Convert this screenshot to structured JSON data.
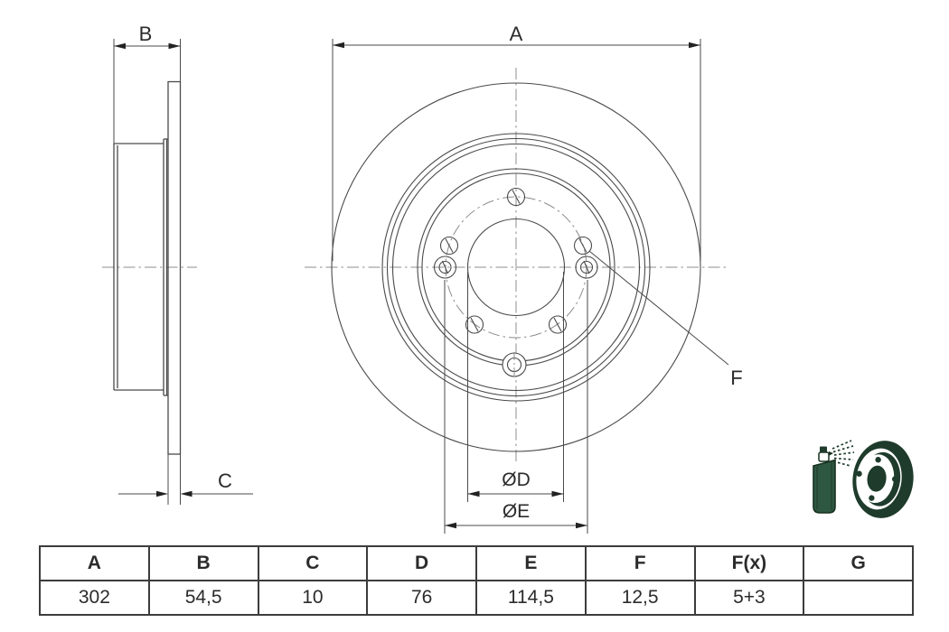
{
  "drawing": {
    "dim_labels": {
      "A": "A",
      "B": "B",
      "C": "C",
      "D": "ØD",
      "E": "ØE",
      "F": "F"
    }
  },
  "table": {
    "headers": [
      "A",
      "B",
      "C",
      "D",
      "E",
      "F",
      "F(x)",
      "G"
    ],
    "values": [
      "302",
      "54,5",
      "10",
      "76",
      "114,5",
      "12,5",
      "5+3",
      ""
    ]
  },
  "icon": {
    "name": "coated-disc-spray-icon",
    "description": "spray can coating a brake disc"
  },
  "colors": {
    "part_line": "#4a4a4a",
    "dim_line": "#4a4a4a",
    "centerline": "#8c8c8c",
    "arrow": "#222222",
    "text": "#2b2b2b",
    "table_border": "#3c3c3c",
    "icon_green_dark": "#1e3b2b",
    "icon_green_body": "#2e5741"
  }
}
